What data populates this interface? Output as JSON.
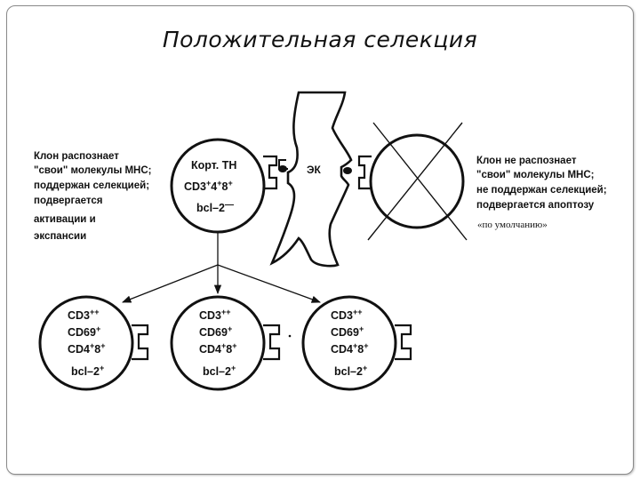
{
  "slide": {
    "title": "Положительная селекция",
    "left_caption": [
      "Клон распознает",
      "\"свои\" молекулы МНС;",
      "поддержан селекцией;",
      "подвергается",
      "активации  и",
      "экспансии"
    ],
    "right_caption": [
      "Клон не распознает",
      "\"свои\" молекулы МНС;",
      "не поддержан селекцией;",
      "подвергается  апоптозу"
    ],
    "default_note": "«по умолчанию»",
    "ek_label": "ЭК",
    "parent_cell": {
      "line1": "Корт. ТН",
      "line2_base": "CD3",
      "line2_sup1": "+",
      "line2_mid": "4",
      "line2_sup2": "+",
      "line2_mid2": "8",
      "line2_sup3": "+",
      "line3_base": "bcl–2",
      "line3_sup": "—"
    },
    "daughter_cells": [
      {
        "cd3": "CD3",
        "cd3_sup": "++",
        "cd69": "CD69",
        "cd69_sup": "+",
        "cd4": "CD4",
        "cd4_sup": "+",
        "cd8": "8",
        "cd8_sup": "+",
        "bcl": "bcl–2",
        "bcl_sup": "+"
      },
      {
        "cd3": "CD3",
        "cd3_sup": "++",
        "cd69": "CD69",
        "cd69_sup": "+",
        "cd4": "CD4",
        "cd4_sup": "+",
        "cd8": "8",
        "cd8_sup": "+",
        "bcl": "bcl–2",
        "bcl_sup": "+"
      },
      {
        "cd3": "CD3",
        "cd3_sup": "++",
        "cd69": "CD69",
        "cd69_sup": "+",
        "cd4": "CD4",
        "cd4_sup": "+",
        "cd8": "8",
        "cd8_sup": "+",
        "bcl": "bcl–2",
        "bcl_sup": "+"
      }
    ]
  }
}
